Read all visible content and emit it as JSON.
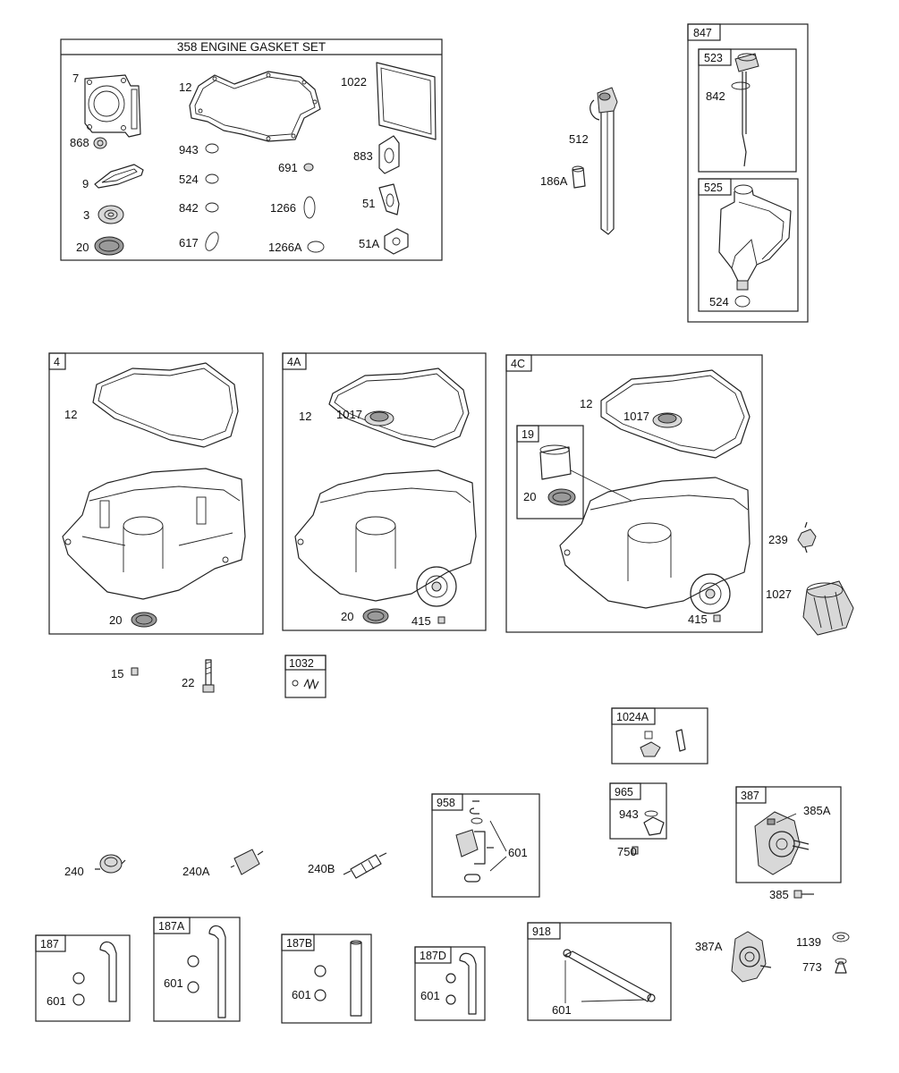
{
  "gasket_set": {
    "title": "358 ENGINE GASKET SET",
    "labels": [
      "7",
      "12",
      "1022",
      "868",
      "943",
      "691",
      "883",
      "9",
      "524",
      "1266",
      "51",
      "3",
      "842",
      "20",
      "617",
      "1266A",
      "51A"
    ]
  },
  "dipstick": {
    "labels": [
      "512",
      "186A"
    ]
  },
  "kit_847": {
    "box": "847",
    "box_523": "523",
    "label_842": "842",
    "box_525": "525",
    "label_524": "524"
  },
  "sump_4": {
    "box": "4",
    "label_12": "12",
    "label_20": "20"
  },
  "sump_4a": {
    "box": "4A",
    "label_12": "12",
    "label_1017": "1017",
    "label_20": "20",
    "label_415": "415"
  },
  "sump_4c": {
    "box": "4C",
    "label_12": "12",
    "label_1017": "1017",
    "box_19": "19",
    "label_20": "20",
    "label_415": "415"
  },
  "oil_filter": {
    "label_239": "239",
    "label_1027": "1027"
  },
  "hardware": {
    "label_15": "15",
    "label_22": "22",
    "box_1032": "1032"
  },
  "kit_1024a": {
    "box": "1024A"
  },
  "kit_958": {
    "box": "958",
    "label_601": "601"
  },
  "kit_965": {
    "box": "965",
    "label_943": "943",
    "label_750": "750"
  },
  "fuel_pump_387": {
    "box": "387",
    "label_385A": "385A",
    "label_385": "385"
  },
  "fuel_filters": {
    "label_240": "240",
    "label_240A": "240A",
    "label_240B": "240B"
  },
  "hoses": {
    "box_187": "187",
    "label_187_601": "601",
    "box_187A": "187A",
    "label_187A_601": "601",
    "box_187B": "187B",
    "label_187B_601": "601",
    "box_187D": "187D",
    "label_187D_601": "601",
    "box_918": "918",
    "label_918_601": "601"
  },
  "fuel_pump_387a": {
    "label_387A": "387A",
    "label_1139": "1139",
    "label_773": "773"
  }
}
